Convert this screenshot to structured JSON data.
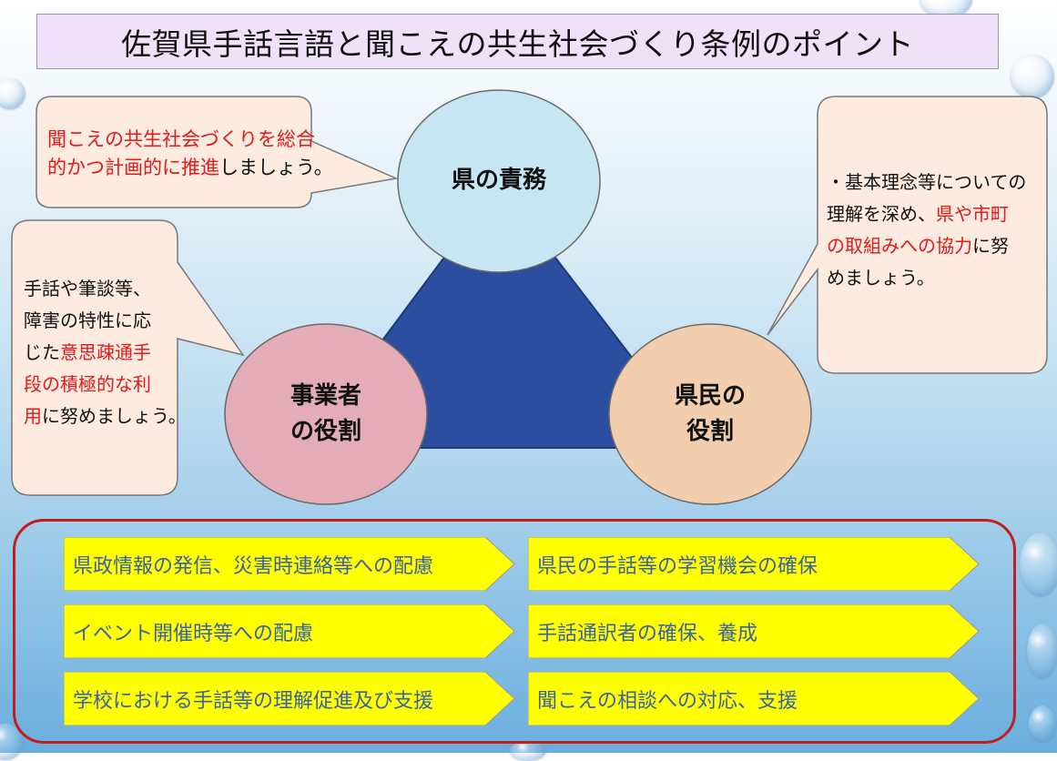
{
  "title": "佐賀県手話言語と聞こえの共生社会づくり条例のポイント",
  "circles": {
    "top": {
      "line1": "県の責務"
    },
    "left": {
      "line1": "事業者",
      "line2": "の役割"
    },
    "right": {
      "line1": "県民の",
      "line2": "役割"
    }
  },
  "bubbles": {
    "top_left": {
      "line1_red": "聞こえの共生社会づくりを総合",
      "line2_red": "的かつ計画的に推進",
      "line2_black": "しましょう。"
    },
    "left": {
      "line1": "手話や筆談等、",
      "line2": "障害の特性に応",
      "line3_black": "じた",
      "line3_red": "意思疎通手",
      "line4_red": "段の積極的な利",
      "line5_red": "用",
      "line5_black": "に努めましょう。"
    },
    "right": {
      "line1": "・基本理念等についての",
      "line2_black": "理解を深め、",
      "line2_red": "県や市町",
      "line3_red": "の取組みへの協力",
      "line3_black": "に努",
      "line4": "めましょう。"
    }
  },
  "measures": [
    "県政情報の発信、災害時連絡等への配慮",
    "県民の手話等の学習機会の確保",
    "イベント開催時等への配慮",
    "手話通訳者の確保、養成",
    "学校における手話等の理解促進及び支援",
    "聞こえの相談への対応、支援"
  ],
  "colors": {
    "triangle": "#2b4ea0",
    "circle_top": "#c7e5f3",
    "circle_left": "#e4acb6",
    "circle_right": "#f2ceae",
    "bubble": "#fdebe0",
    "arrow": "#ffff00",
    "frame": "#c01f1f",
    "emphasis": "#e0191b"
  }
}
